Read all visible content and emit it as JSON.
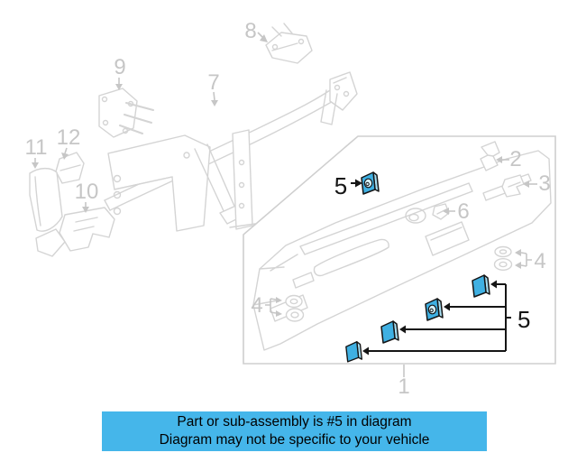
{
  "banner": {
    "background": "#45b6ea",
    "text_color": "#000000",
    "line1": "Part or sub-assembly is #5 in diagram",
    "line2": "Diagram may not be specific to your vehicle"
  },
  "diagram": {
    "highlight_color": "#3fb0e2",
    "line_art_color": "#d4d4d4",
    "gray_label_color": "#c6c6c6",
    "callout_color": "#151515",
    "callouts": {
      "n1": "1",
      "n2": "2",
      "n3": "3",
      "n4_left": "4",
      "n4_right": "4",
      "n5_top": "5",
      "n5_right": "5",
      "n6": "6",
      "n7": "7",
      "n8": "8",
      "n9": "9",
      "n10": "10",
      "n11": "11",
      "n12": "12"
    }
  }
}
